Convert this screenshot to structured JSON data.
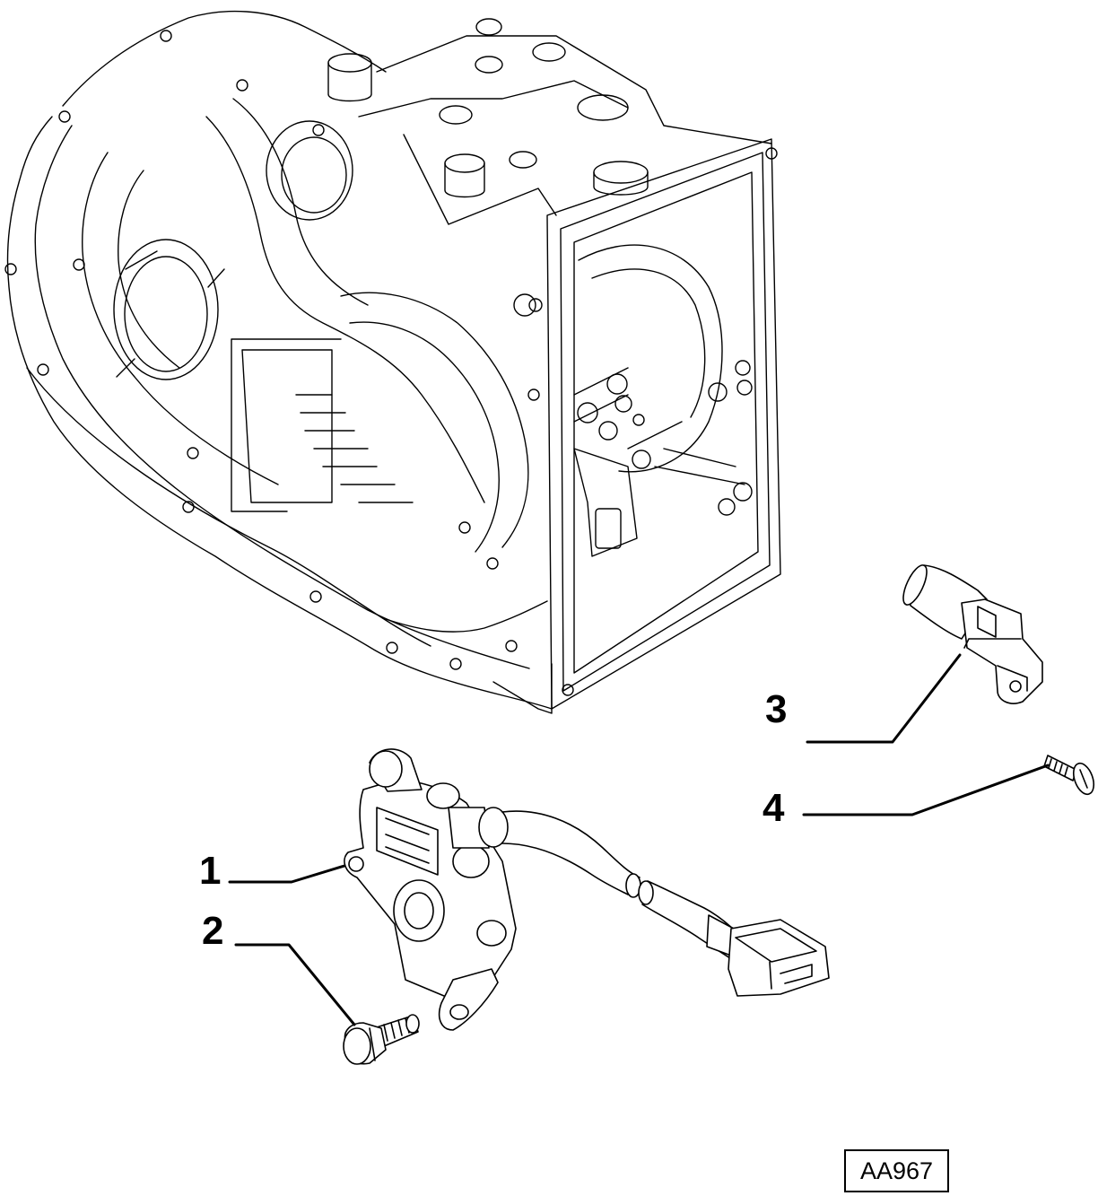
{
  "figure": {
    "code": "AA967",
    "callouts": [
      {
        "number": "1",
        "part": "switch"
      },
      {
        "number": "2",
        "part": "bolt"
      },
      {
        "number": "3",
        "part": "sensor"
      },
      {
        "number": "4",
        "part": "screw"
      }
    ]
  },
  "parts": {
    "housing": "transmission-housing",
    "switch": "gear-selector-switch",
    "bolt": "flange-bolt",
    "sensor": "speed-sensor",
    "screw": "screw"
  }
}
